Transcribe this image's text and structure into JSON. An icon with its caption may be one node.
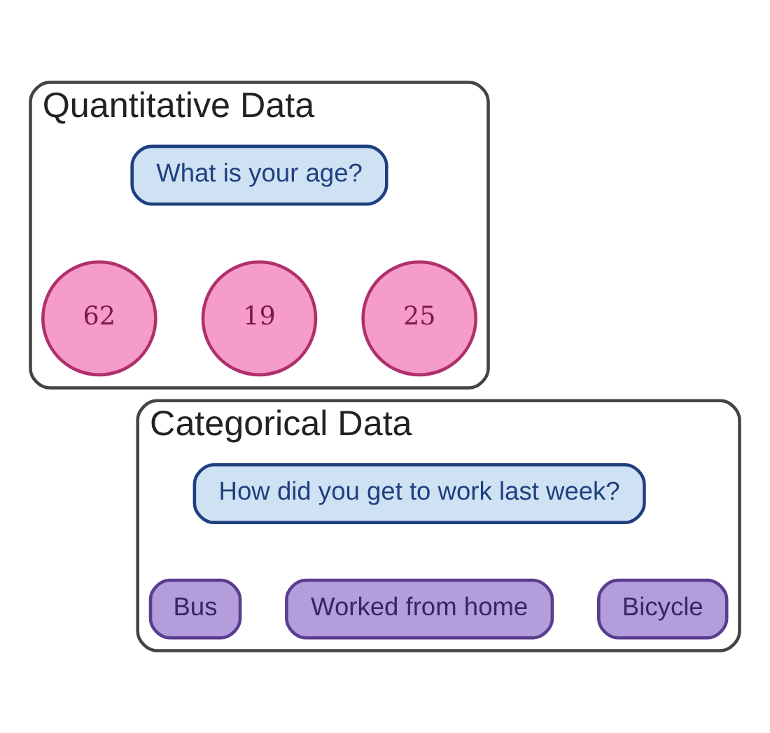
{
  "diagram": {
    "nodes": [
      {
        "text": [
          "Quantitative Data"
        ]
      },
      {
        "text": [
          "What is your age?"
        ],
        "in": 0
      },
      {
        "text": [
          "62"
        ],
        "in": 0
      },
      {
        "text": [
          "19"
        ],
        "in": 0
      },
      {
        "text": [
          "25"
        ],
        "in": 0
      },
      {
        "text": [
          "Categorical Data"
        ]
      },
      {
        "text": [
          "How did you get to work last week?"
        ],
        "in": 5
      },
      {
        "text": [
          "Bus"
        ],
        "in": 5
      },
      {
        "text": [
          "Worked from home"
        ],
        "in": 5
      },
      {
        "text": [
          "Bicycle"
        ],
        "in": 5
      }
    ],
    "edges": []
  }
}
